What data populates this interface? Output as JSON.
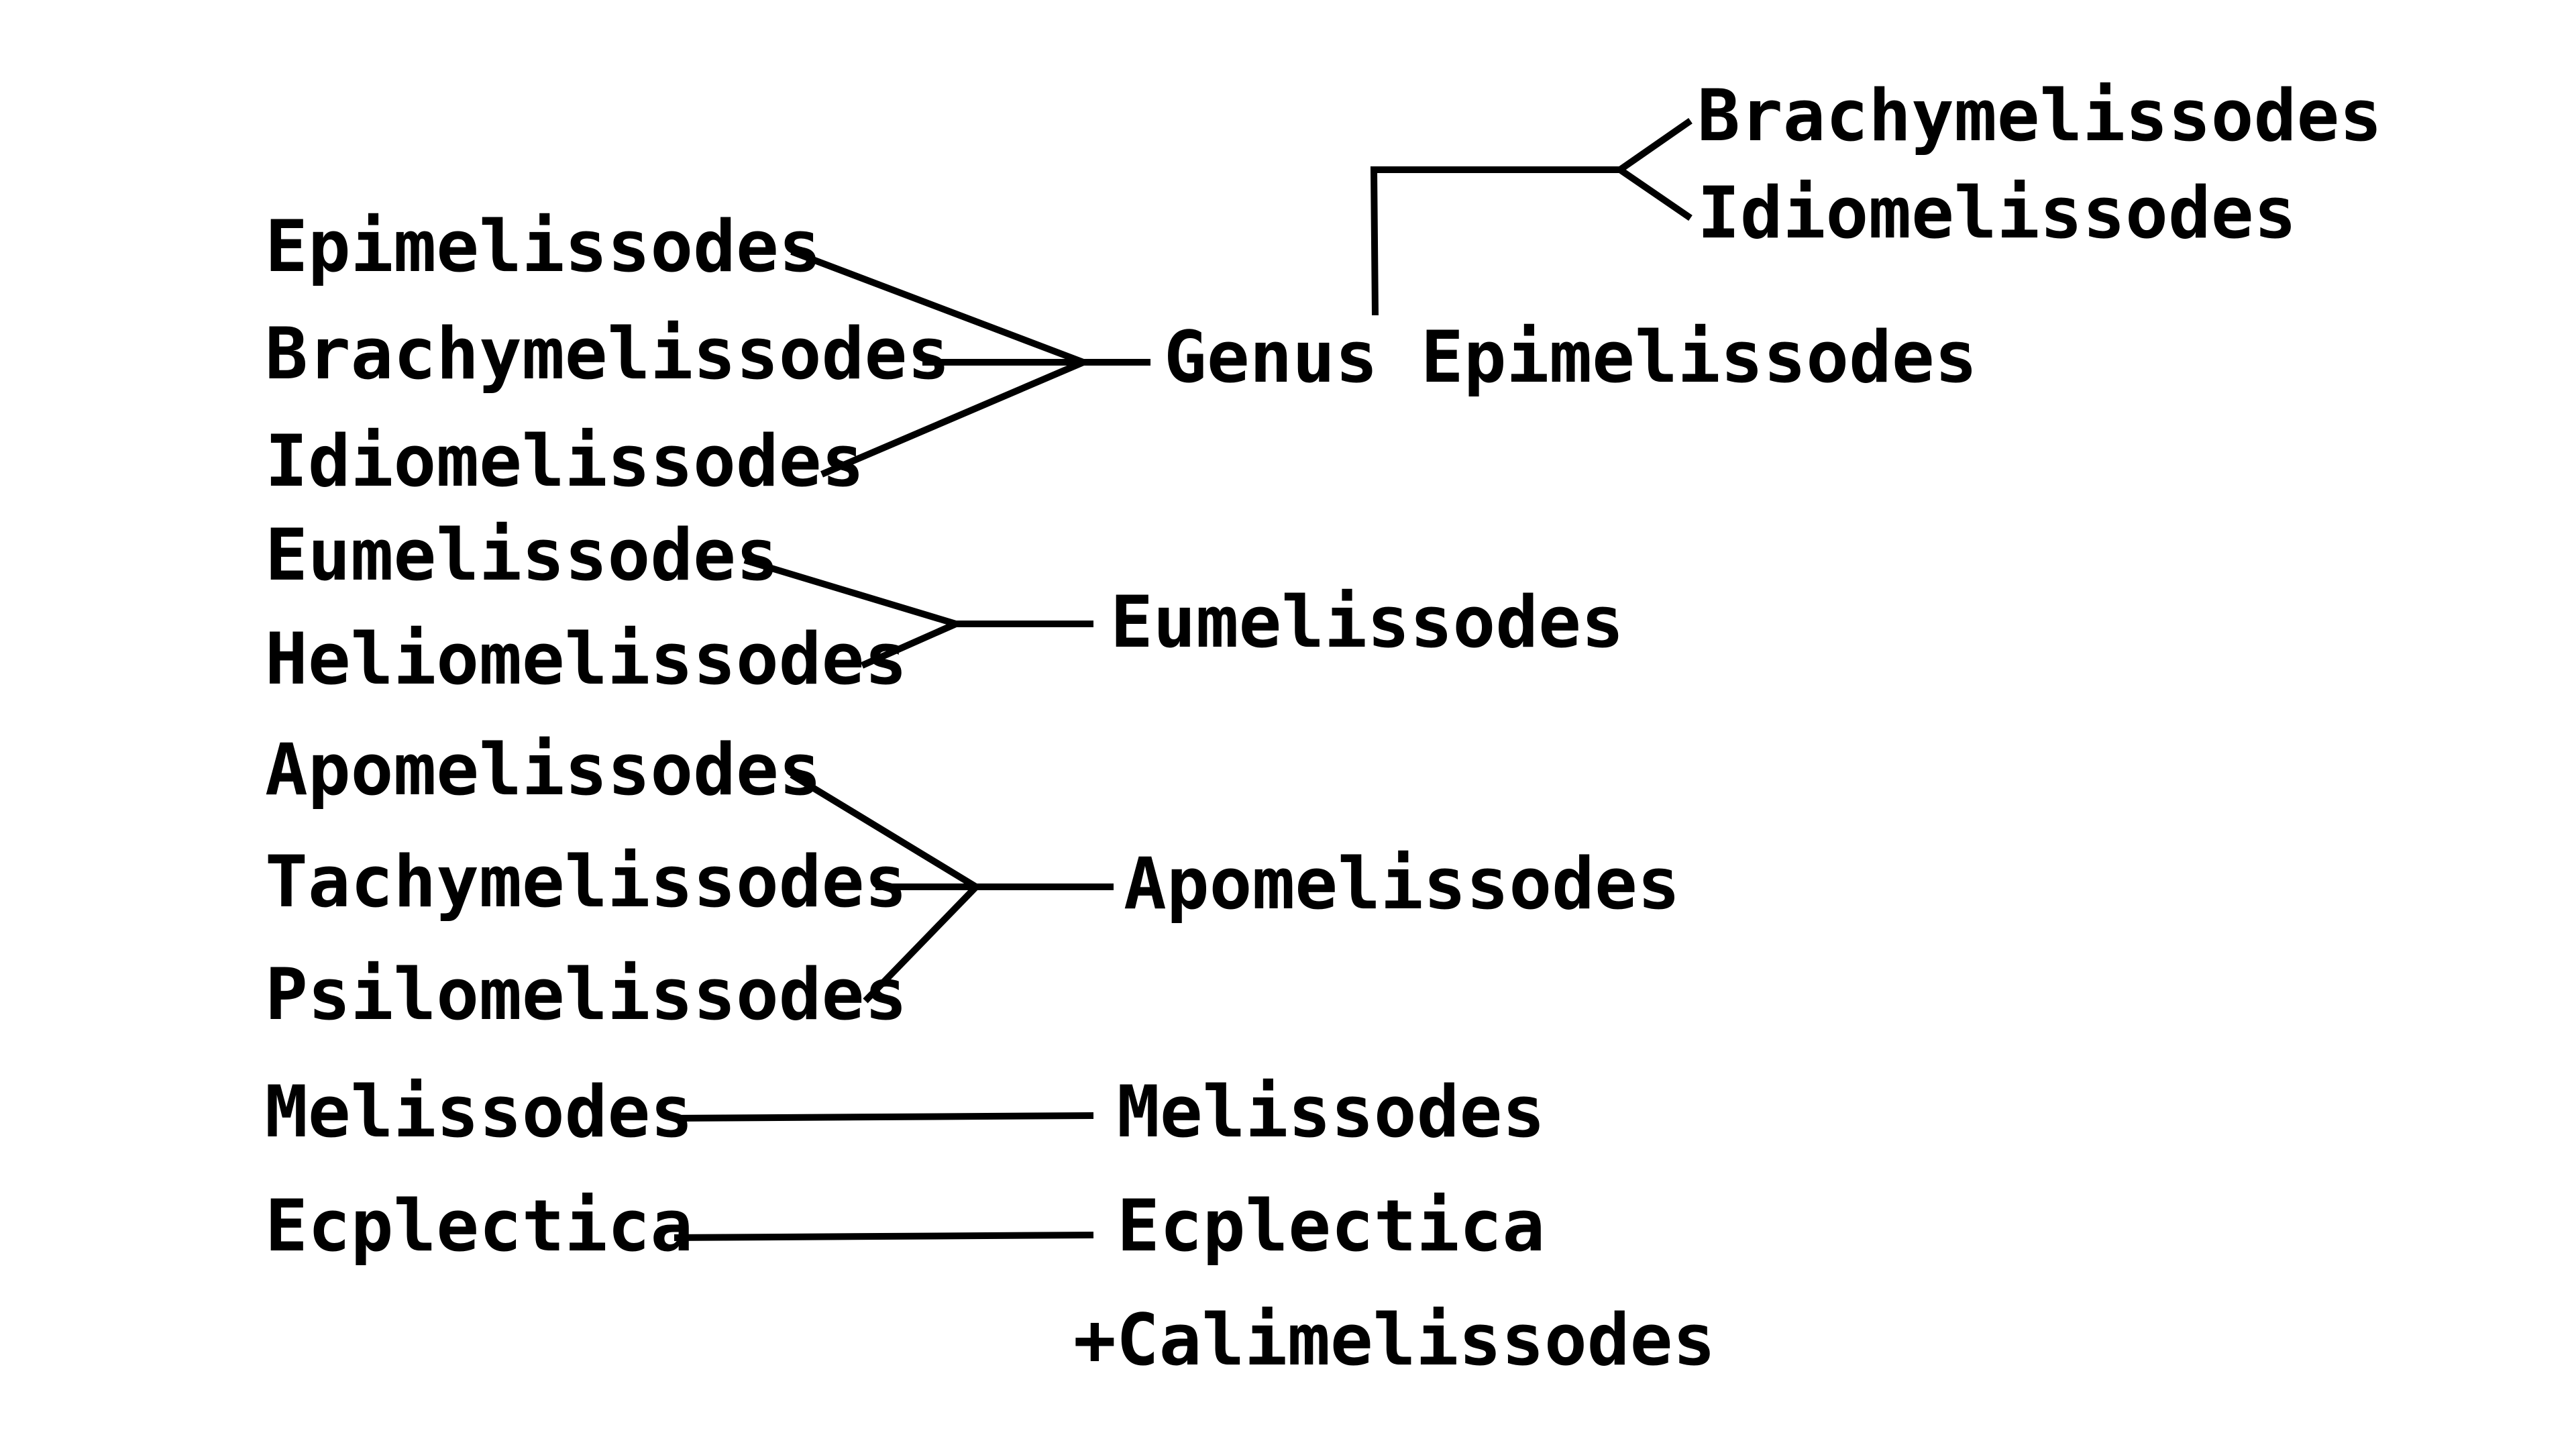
{
  "left_names": {
    "epimelissodes": "Epimelissodes",
    "brachymelissodes": "Brachymelissodes",
    "idiomelissodes": "Idiomelissodes",
    "eumelissodes": "Eumelissodes",
    "heliomelissodes": "Heliomelissodes",
    "apomelissodes": "Apomelissodes",
    "tachymelissodes": "Tachymelissodes",
    "psilomelissodes": "Psilomelissodes",
    "melissodes": "Melissodes",
    "ecplectica": "Ecplectica"
  },
  "right_names": {
    "genus_epimelissodes": "Genus Epimelissodes",
    "eumelissodes": "Eumelissodes",
    "apomelissodes": "Apomelissodes",
    "melissodes": "Melissodes",
    "ecplectica": "Ecplectica",
    "calimelissodes": "+Calimelissodes"
  },
  "top_branch_names": {
    "brachymelissodes": "Brachymelissodes",
    "idiomelissodes": "Idiomelissodes"
  },
  "colors": {
    "ink": "#000000",
    "background": "#ffffff"
  }
}
